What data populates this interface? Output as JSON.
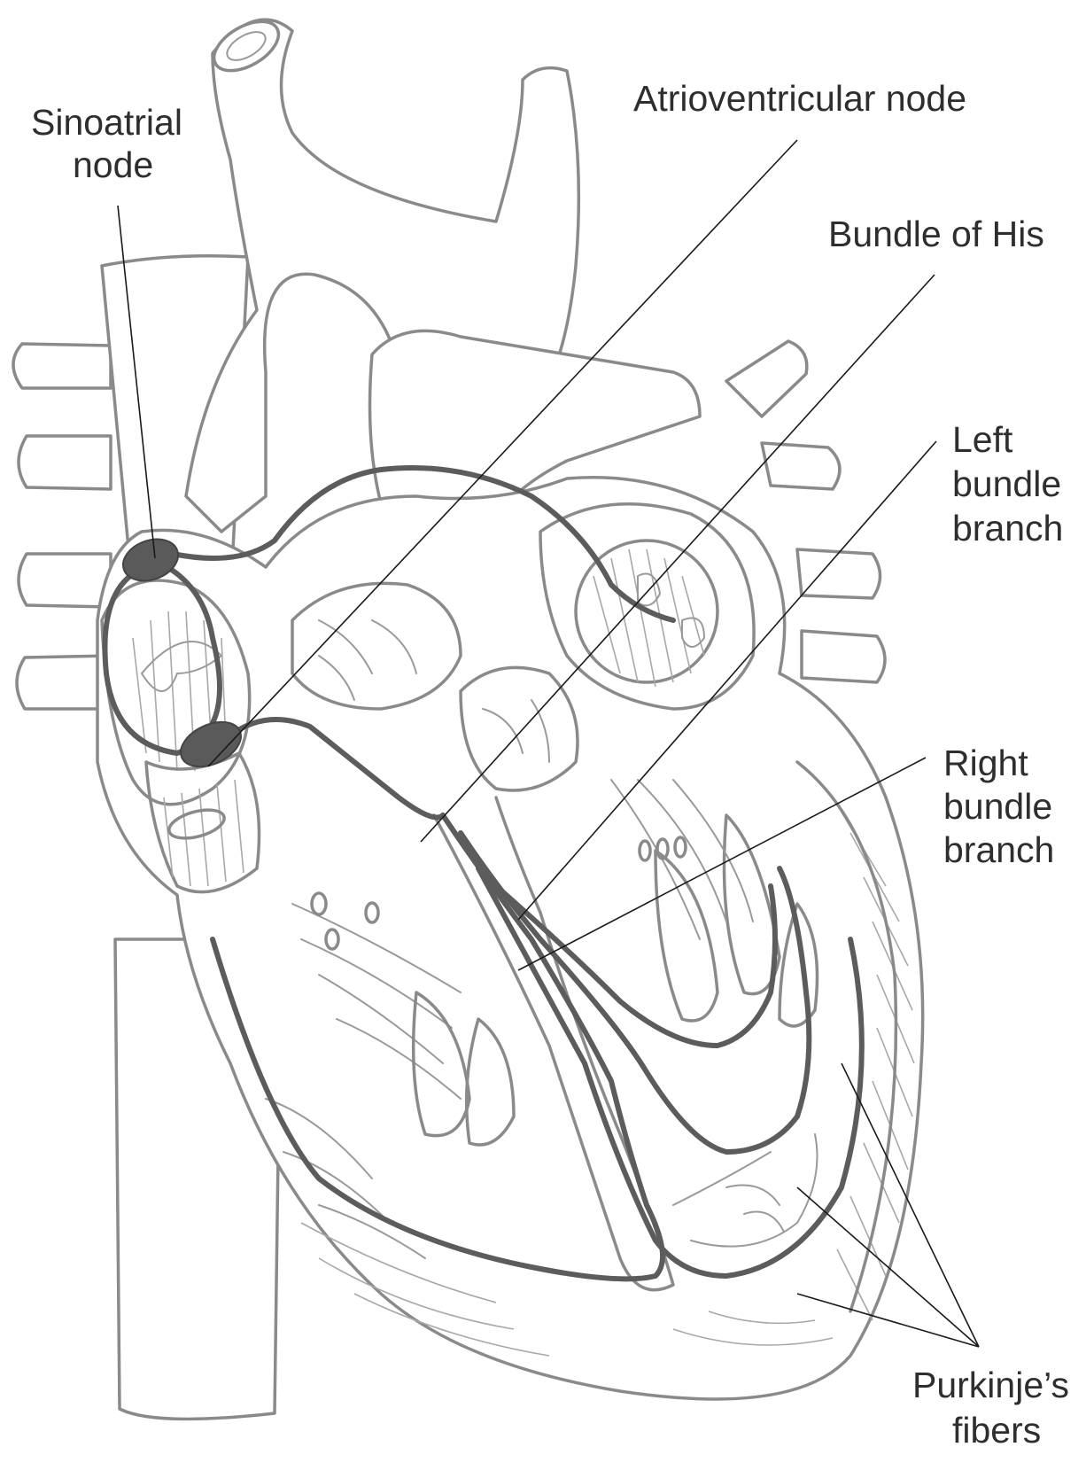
{
  "labels": {
    "sinoatrial_1": "Sinoatrial",
    "sinoatrial_2": "node",
    "av_node": "Atrioventricular node",
    "bundle_his": "Bundle of His",
    "left_bb_1": "Left",
    "left_bb_2": "bundle",
    "left_bb_3": "branch",
    "right_bb_1": "Right",
    "right_bb_2": "bundle",
    "right_bb_3": "branch",
    "purkinje_1": "Purkinje’s",
    "purkinje_2": "fibers"
  },
  "colors": {
    "outline": "#8a8a8a",
    "conduction_path": "#5c5c5c",
    "label_text": "#2e2e2e",
    "leader_line": "#1a1a1a"
  }
}
